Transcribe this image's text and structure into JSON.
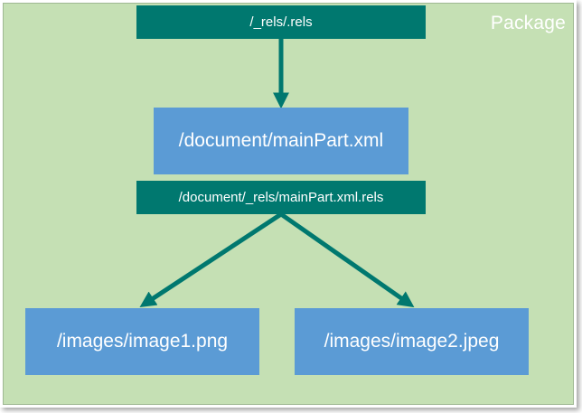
{
  "package_label": "Package",
  "nodes": {
    "root_rels": "/_rels/.rels",
    "main_part": "/document/mainPart.xml",
    "main_rels": "/document/_rels/mainPart.xml.rels",
    "image1": "/images/image1.png",
    "image2": "/images/image2.jpeg"
  },
  "colors": {
    "package_bg": "#c5e0b4",
    "rels_box": "#00786f",
    "part_box": "#5b9bd5",
    "arrow": "#00786f"
  }
}
